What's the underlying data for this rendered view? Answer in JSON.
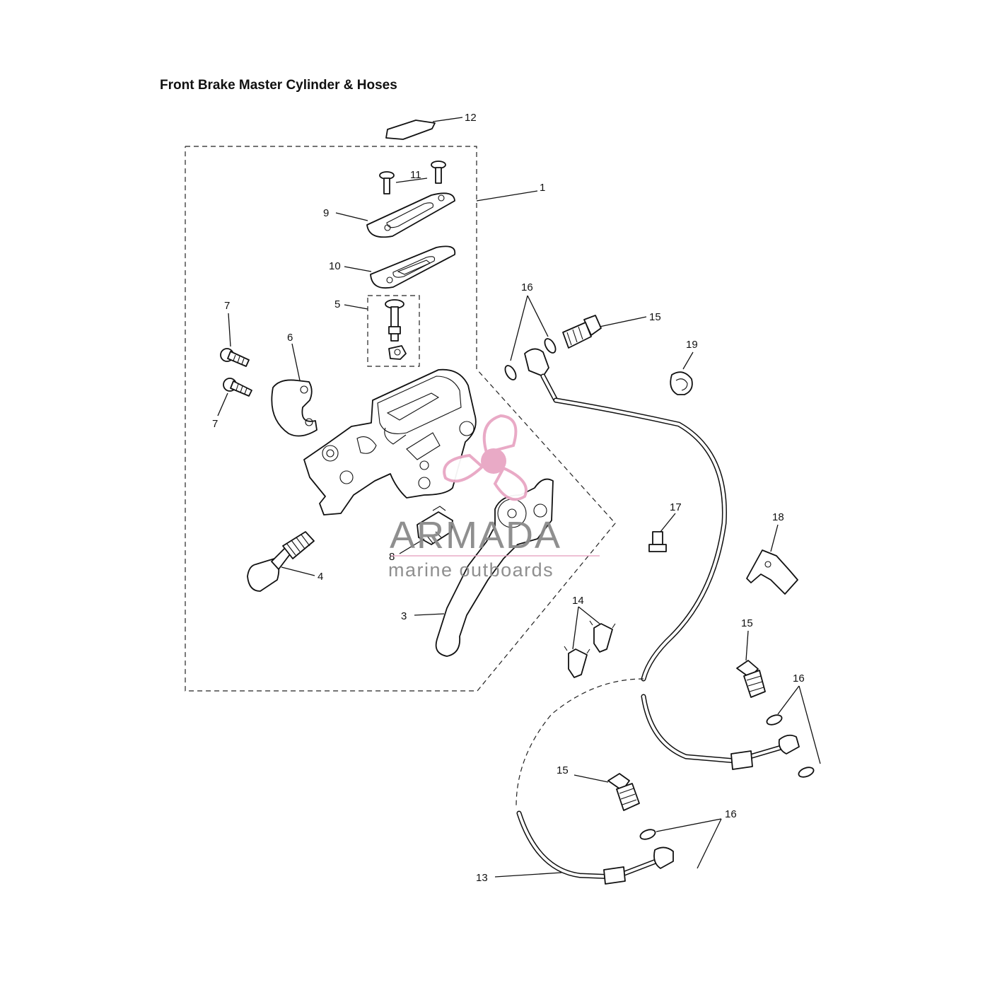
{
  "title": "Front Brake Master Cylinder & Hoses",
  "callouts": {
    "c1": "1",
    "c3": "3",
    "c4": "4",
    "c5": "5",
    "c6": "6",
    "c7a": "7",
    "c7b": "7",
    "c8": "8",
    "c9": "9",
    "c10": "10",
    "c11": "11",
    "c12": "12",
    "c13": "13",
    "c14": "14",
    "c15a": "15",
    "c15b": "15",
    "c15c": "15",
    "c16a": "16",
    "c16b": "16",
    "c16c": "16",
    "c17": "17",
    "c18": "18",
    "c19": "19"
  },
  "watermark": {
    "brand": "ARMADA",
    "tagline": "marine outboards",
    "logo_icon": "propeller-icon",
    "color": "#e8a6c4"
  }
}
